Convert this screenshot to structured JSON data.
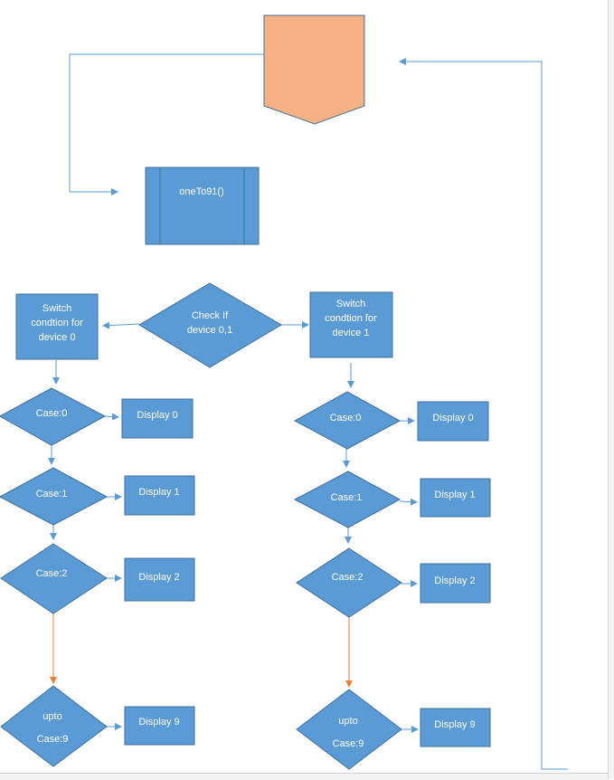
{
  "colors": {
    "node_fill": "#5b9bd5",
    "node_stroke": "#41719c",
    "connector": "#5b9bd5",
    "accent_connector": "#ed7d31",
    "offpage_fill": "#f4b183"
  },
  "diagram": {
    "start_shape": {
      "label": ""
    },
    "subprocess": {
      "label": "oneTo91()"
    },
    "decision_device": {
      "line1": "Check If",
      "line2": "device 0,1"
    },
    "switch_left": {
      "line1": "Switch",
      "line2": "condtion  for",
      "line3": "device 0"
    },
    "switch_right": {
      "line1": "Switch",
      "line2": "condtion  for",
      "line3": "device 1"
    },
    "left_cases": [
      {
        "case": "Case:0",
        "display": "Display 0"
      },
      {
        "case": "Case:1",
        "display": "Display 1"
      },
      {
        "case": "Case:2",
        "display": "Display 2"
      },
      {
        "case_line1": "upto",
        "case_line2": "Case:9",
        "display": "Display 9"
      }
    ],
    "right_cases": [
      {
        "case": "Case:0",
        "display": "Display 0"
      },
      {
        "case": "Case:1",
        "display": "Display 1"
      },
      {
        "case": "Case:2",
        "display": "Display 2"
      },
      {
        "case_line1": "upto",
        "case_line2": "Case:9",
        "display": "Display 9"
      }
    ]
  }
}
